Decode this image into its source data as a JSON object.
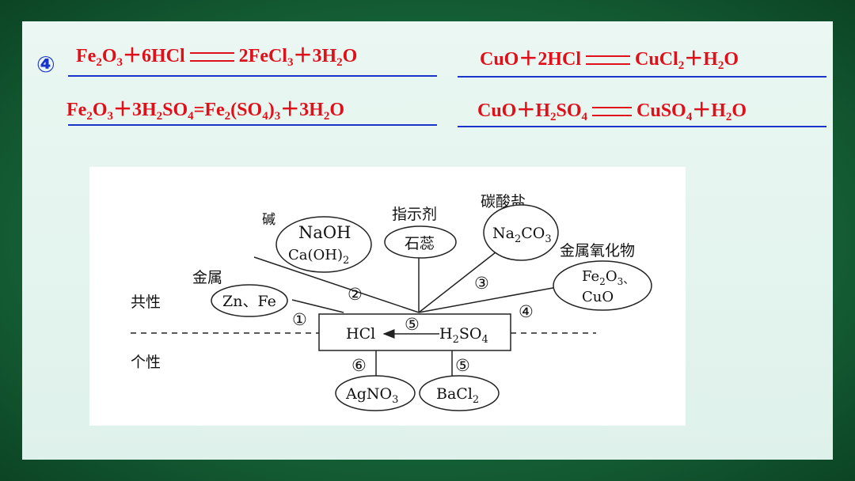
{
  "marker": "④",
  "equations": {
    "fe2o3_hcl": {
      "r1": "Fe",
      "s1": "2",
      "r2": "O",
      "s2": "3",
      "r3": "＋6HCl",
      "p1": "2FeCl",
      "s3": "3",
      "p2": "＋3H",
      "s4": "2",
      "p3": "O"
    },
    "cuo_hcl": {
      "r1": "CuO＋2HCl",
      "p1": "CuCl",
      "s1": "2",
      "p2": "＋H",
      "s2": "2",
      "p3": "O"
    },
    "fe2o3_h2so4": {
      "a": "Fe",
      "s1": "2",
      "b": "O",
      "s2": "3",
      "c": "＋3H",
      "s3": "2",
      "d": "SO",
      "s4": "4",
      "e": "=Fe",
      "s5": "2",
      "f": "(SO",
      "s6": "4",
      "g": ")",
      "s7": "3",
      "h": "＋3H",
      "s8": "2",
      "i": "O"
    },
    "cuo_h2so4": {
      "r1": "CuO＋H",
      "s1": "2",
      "r2": "SO",
      "s2": "4",
      "p1": "CuSO",
      "s3": "4",
      "p2": "＋H",
      "s4": "2",
      "p3": "O"
    }
  },
  "diagram": {
    "labels": {
      "base": "碱",
      "indicator": "指示剂",
      "carbonate": "碳酸盐",
      "metal": "金属",
      "metal_oxide": "金属氧化物",
      "common": "共性",
      "individual": "个性"
    },
    "ellipses": {
      "naoh": "NaOH",
      "caoh_a": "Ca(OH)",
      "caoh_s": "2",
      "litmus": "石蕊",
      "na2co3_a": "Na",
      "na2co3_s1": "2",
      "na2co3_b": "CO",
      "na2co3_s2": "3",
      "metals": "Zn、Fe",
      "fe2o3_a": "Fe",
      "fe2o3_s1": "2",
      "fe2o3_b": "O",
      "fe2o3_s2": "3",
      "fe2o3_c": "、",
      "cuo": "CuO",
      "agno3_a": "AgNO",
      "agno3_s": "3",
      "bacl2_a": "BaCl",
      "bacl2_s": "2"
    },
    "box": {
      "hcl": "HCl",
      "h2so4_a": "H",
      "h2so4_s1": "2",
      "h2so4_b": "SO",
      "h2so4_s2": "4"
    },
    "numbers": {
      "n1": "①",
      "n2": "②",
      "n3": "③",
      "n4": "④",
      "n5a": "⑤",
      "n5b": "⑤",
      "n6": "⑥"
    }
  }
}
